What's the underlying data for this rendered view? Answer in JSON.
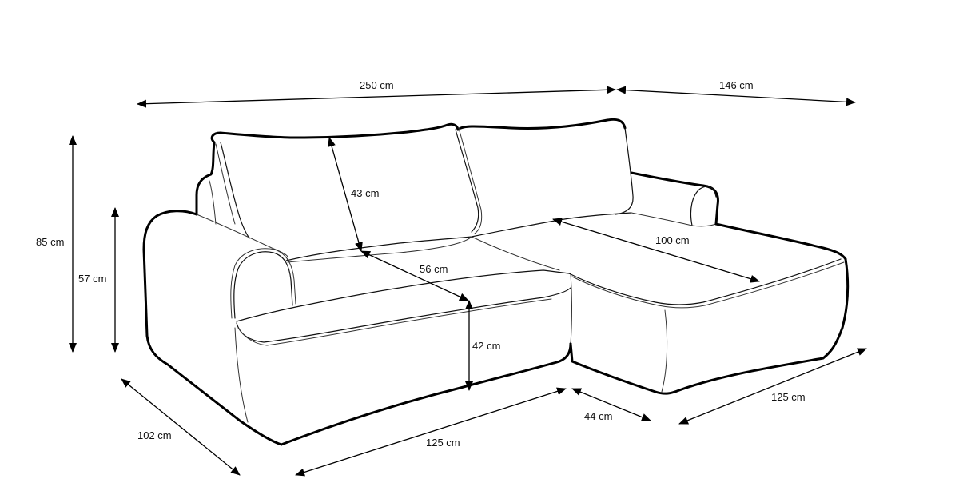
{
  "diagram": {
    "subject": "L-shaped corner sofa with chaise - dimension drawing",
    "line_color": "#000000",
    "background": "#ffffff",
    "dimensions": {
      "total_width": "250 cm",
      "chaise_length": "146 cm",
      "total_height": "85 cm",
      "armrest_height": "57 cm",
      "backrest_height": "43 cm",
      "seat_depth": "56 cm",
      "chaise_seat_length": "100 cm",
      "seat_height": "42 cm",
      "total_depth": "102 cm",
      "front_width": "125 cm",
      "chaise_width": "44 cm",
      "chaise_side_length": "125 cm"
    }
  }
}
